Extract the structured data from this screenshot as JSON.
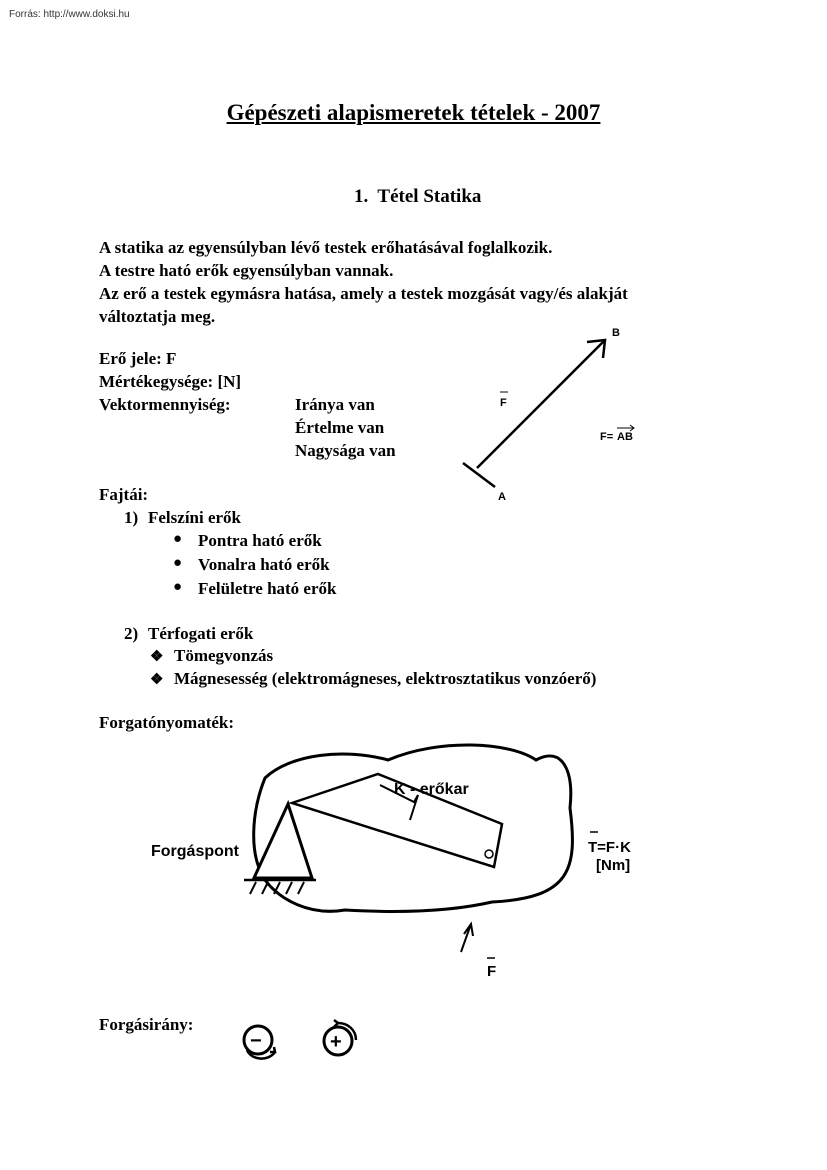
{
  "source": "Forrás: http://www.doksi.hu",
  "title": "Gépészeti alapismeretek tételek - 2007",
  "section": {
    "number": "1.",
    "title": "Tétel Statika"
  },
  "intro": {
    "line1": "A statika az egyensúlyban lévő testek erőhatásával foglalkozik.",
    "line2": "A testre ható erők egyensúlyban vannak.",
    "line3a": "Az erő a testek egymásra hatása, amely a testek mozgását vagy/és alakját",
    "line3b": "változtatja meg."
  },
  "props": {
    "sign": "Erő jele: F",
    "unit": "Mértékegysége: [N]",
    "vector_label": "Vektormennyiség:",
    "vector_items": [
      "Iránya van",
      "Értelme van",
      "Nagysága van"
    ]
  },
  "vector_fig": {
    "b": "B",
    "a": "A",
    "f": "F",
    "formula_left": "F=",
    "formula_right": "AB"
  },
  "types": {
    "heading": "Fajtái:",
    "g1_num": "1)",
    "g1": "Felszíni erők",
    "g1_items": [
      "Pontra ható erők",
      "Vonalra ható erők",
      "Felületre ható erők"
    ],
    "g2_num": "2)",
    "g2": "Térfogati erők",
    "g2_items": [
      "Tömegvonzás",
      "Mágnesesség (elektromágneses, elektrosztatikus vonzóerő)"
    ]
  },
  "torque": {
    "heading": "Forgatónyomaték:",
    "arm": "K - erőkar",
    "pivot": "Forgáspont",
    "formula": "T=F·K",
    "unit": "[Nm]",
    "force": "F"
  },
  "rotation": {
    "heading": "Forgásirány:",
    "neg": "−",
    "pos": "+"
  }
}
